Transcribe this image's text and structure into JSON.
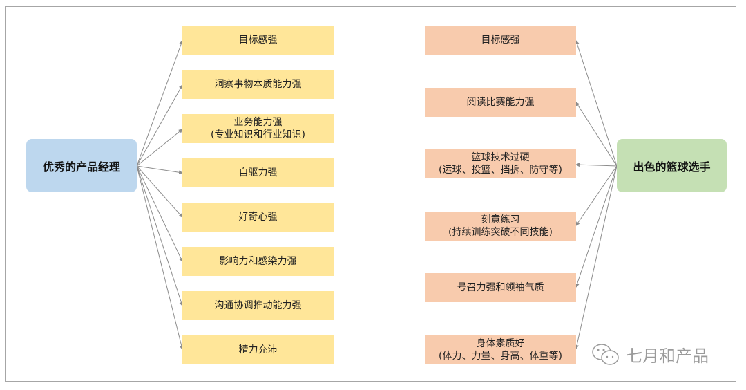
{
  "left_hub": {
    "label": "优秀的产品经理",
    "color": "#bdd7ee"
  },
  "right_hub": {
    "label": "出色的篮球选手",
    "color": "#c5e0b4"
  },
  "left_items": [
    {
      "line1": "目标感强",
      "line2": ""
    },
    {
      "line1": "洞察事物本质能力强",
      "line2": ""
    },
    {
      "line1": "业务能力强",
      "line2": "(专业知识和行业知识)"
    },
    {
      "line1": "自驱力强",
      "line2": ""
    },
    {
      "line1": "好奇心强",
      "line2": ""
    },
    {
      "line1": "影响力和感染力强",
      "line2": ""
    },
    {
      "line1": "沟通协调推动能力强",
      "line2": ""
    },
    {
      "line1": "精力充沛",
      "line2": ""
    }
  ],
  "right_items": [
    {
      "line1": "目标感强",
      "line2": ""
    },
    {
      "line1": "阅读比赛能力强",
      "line2": ""
    },
    {
      "line1": "篮球技术过硬",
      "line2": "(运球、投篮、挡拆、防守等)"
    },
    {
      "line1": "刻意练习",
      "line2": "(持续训练突破不同技能)"
    },
    {
      "line1": "号召力强和领袖气质",
      "line2": ""
    },
    {
      "line1": "身体素质好",
      "line2": "(体力、力量、身高、体重等)"
    }
  ],
  "colors": {
    "left_item": "#ffe699",
    "right_item": "#f8cbad",
    "arrow": "#8c8c8c"
  },
  "watermark": {
    "icon": "wechat-icon",
    "text": "七月和产品"
  }
}
